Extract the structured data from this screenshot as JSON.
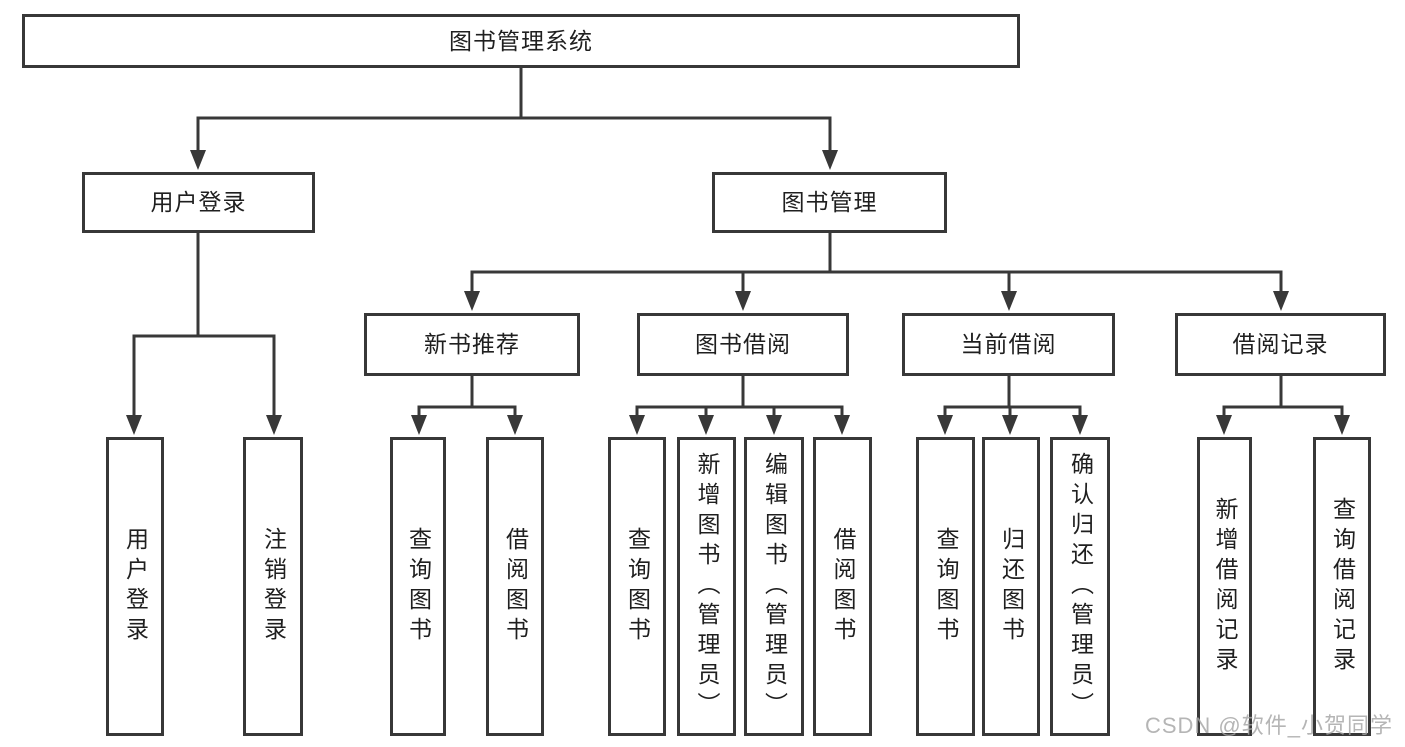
{
  "diagram_title": "图书管理系统",
  "nodes": {
    "root": "图书管理系统",
    "user_login": "用户登录",
    "book_mgmt": "图书管理",
    "new_book_rec": "新书推荐",
    "book_borrow": "图书借阅",
    "current_borrow": "当前借阅",
    "borrow_records": "借阅记录",
    "ul_user_login": "用户登录",
    "ul_logout": "注销登录",
    "nbr_query_book": "查询图书",
    "nbr_borrow_book": "借阅图书",
    "bb_query_book": "查询图书",
    "bb_add_book": "新增图书（管理员）",
    "bb_edit_book": "编辑图书（管理员）",
    "bb_borrow_book": "借阅图书",
    "cb_query_book": "查询图书",
    "cb_return_book": "归还图书",
    "cb_confirm_return": "确认归还（管理员）",
    "br_add_record": "新增借阅记录",
    "br_query_record": "查询借阅记录"
  },
  "watermark": "CSDN @软件_小贺同学",
  "colors": {
    "line": "#383838",
    "box_border": "#383838",
    "box_fill": "#ffffff",
    "text": "#1f1f1f",
    "watermark": "#a5a5a5",
    "background": "#ffffff"
  }
}
